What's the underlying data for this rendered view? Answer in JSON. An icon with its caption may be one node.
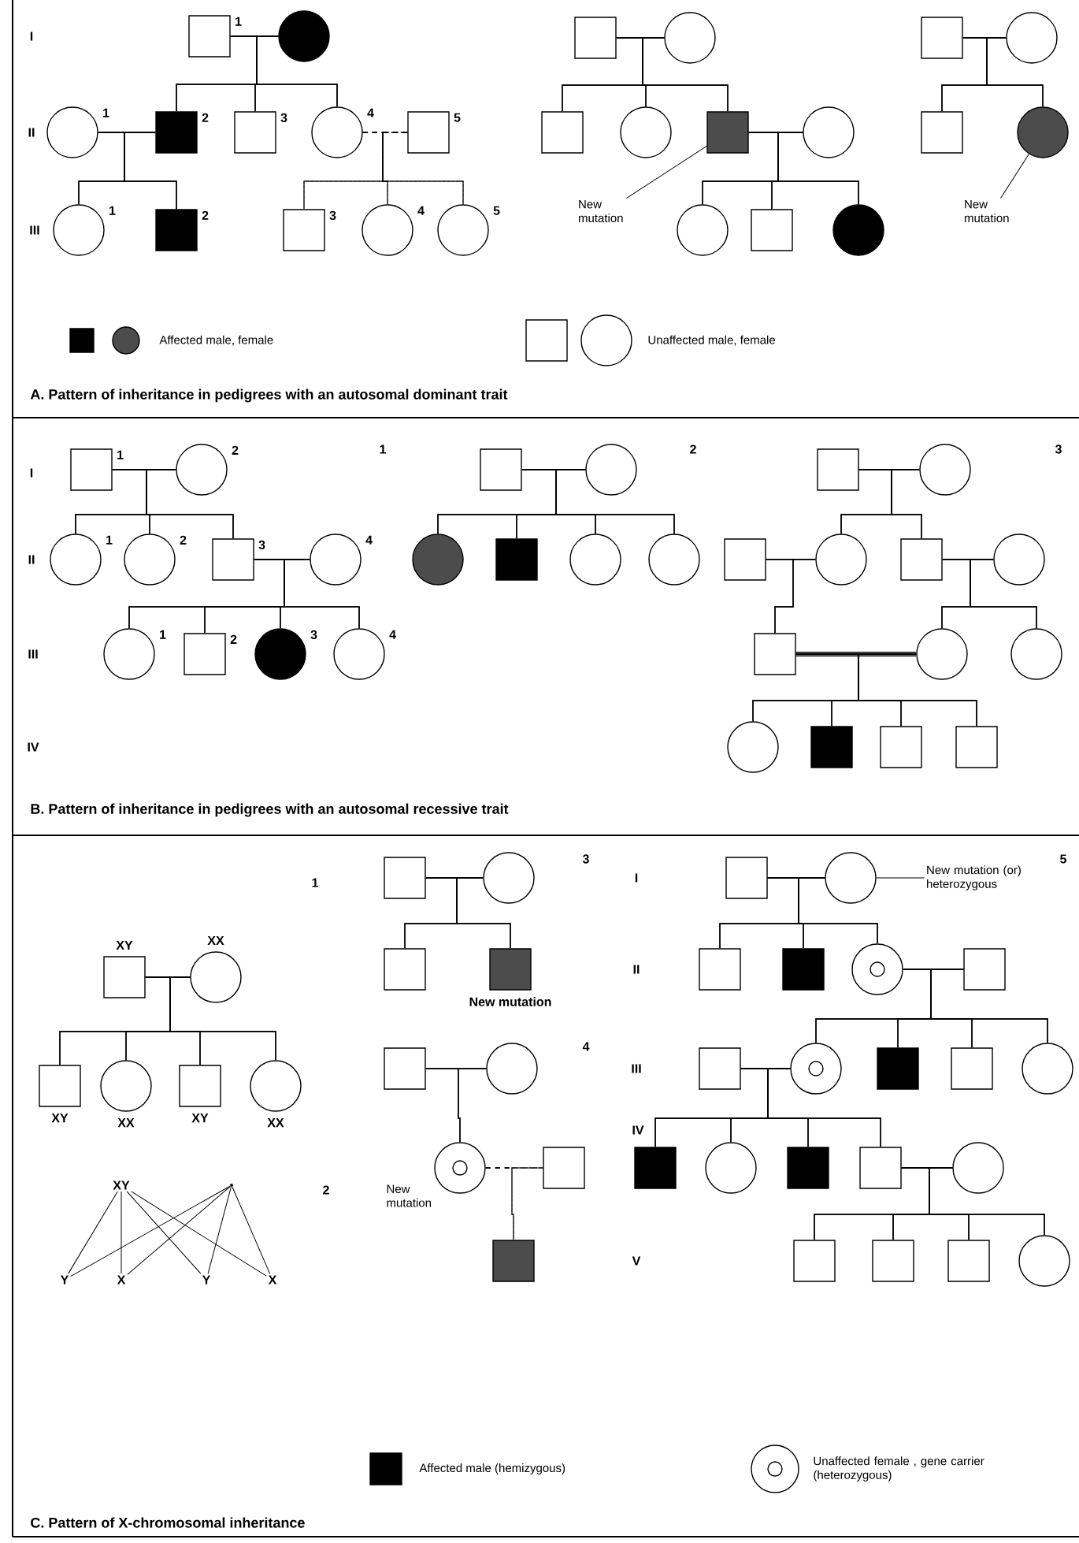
{
  "diagram": {
    "nodes": [
      {
        "text": [],
        "shape": "box",
        "beside": [
          "1"
        ]
      },
      {
        "text": [],
        "shape": "circle"
      },
      {
        "text": [],
        "shape": "circle",
        "beside": [
          "1"
        ]
      },
      {
        "text": [],
        "shape": "box",
        "beside": [
          "2"
        ]
      },
      {
        "text": [],
        "shape": "box",
        "beside": [
          "3"
        ]
      },
      {
        "text": [],
        "shape": "circle",
        "beside": [
          "4"
        ]
      },
      {
        "text": [],
        "shape": "box",
        "beside": [
          "5"
        ]
      },
      {
        "text": [],
        "shape": "circle",
        "beside": [
          "1"
        ]
      },
      {
        "text": [],
        "shape": "box",
        "beside": [
          "2"
        ]
      },
      {
        "text": [],
        "shape": "box",
        "beside": [
          "3"
        ]
      },
      {
        "text": [],
        "shape": "circle",
        "beside": [
          "4"
        ]
      },
      {
        "text": [],
        "shape": "circle",
        "beside": [
          "5"
        ]
      },
      {
        "text": [],
        "shape": "box"
      },
      {
        "text": [],
        "shape": "circle"
      },
      {
        "text": [],
        "shape": "box"
      },
      {
        "text": [],
        "shape": "circle"
      },
      {
        "text": [],
        "shape": "box"
      },
      {
        "text": [],
        "shape": "circle"
      },
      {
        "text": [],
        "shape": "circle"
      },
      {
        "text": [],
        "shape": "box"
      },
      {
        "text": [],
        "shape": "circle"
      },
      {
        "text": [
          "New mutation"
        ]
      },
      {
        "text": [],
        "shape": "box"
      },
      {
        "text": [],
        "shape": "circle"
      },
      {
        "text": [],
        "shape": "box"
      },
      {
        "text": [],
        "shape": "circle"
      },
      {
        "text": [
          "New mutation"
        ]
      },
      {
        "text": [],
        "shape": "box",
        "beside": [
          "1"
        ]
      },
      {
        "text": [],
        "shape": "circle",
        "beside": [
          "2"
        ]
      },
      {
        "text": [],
        "shape": "circle",
        "beside": [
          "1"
        ]
      },
      {
        "text": [],
        "shape": "circle",
        "beside": [
          "2"
        ]
      },
      {
        "text": [],
        "shape": "box",
        "beside": [
          "3"
        ]
      },
      {
        "text": [],
        "shape": "circle",
        "beside": [
          "4"
        ]
      },
      {
        "text": [],
        "shape": "circle",
        "beside": [
          "1"
        ]
      },
      {
        "text": [],
        "shape": "box",
        "beside": [
          "2"
        ]
      },
      {
        "text": [],
        "shape": "circle",
        "beside": [
          "3"
        ]
      },
      {
        "text": [],
        "shape": "circle",
        "beside": [
          "4"
        ]
      },
      {
        "text": [],
        "shape": "box"
      },
      {
        "text": [],
        "shape": "circle"
      },
      {
        "text": [],
        "shape": "circle"
      },
      {
        "text": [],
        "shape": "box"
      },
      {
        "text": [],
        "shape": "circle"
      },
      {
        "text": [],
        "shape": "circle"
      },
      {
        "text": [],
        "shape": "box"
      },
      {
        "text": [],
        "shape": "circle"
      },
      {
        "text": [],
        "shape": "box"
      },
      {
        "text": [],
        "shape": "circle"
      },
      {
        "text": [],
        "shape": "box"
      },
      {
        "text": [],
        "shape": "circle"
      },
      {
        "text": [],
        "shape": "box"
      },
      {
        "text": [],
        "shape": "circle"
      },
      {
        "text": [],
        "shape": "circle"
      },
      {
        "text": [],
        "shape": "circle"
      },
      {
        "text": [],
        "shape": "box"
      },
      {
        "text": [],
        "shape": "box"
      },
      {
        "text": [],
        "shape": "box"
      },
      {
        "text": [],
        "shape": "box",
        "beside": [
          "XY"
        ]
      },
      {
        "text": [],
        "shape": "circle",
        "beside": [
          "XX"
        ]
      },
      {
        "text": [],
        "shape": "box",
        "beside": [
          "XY"
        ]
      },
      {
        "text": [],
        "shape": "circle",
        "beside": [
          "XX"
        ]
      },
      {
        "text": [],
        "shape": "box",
        "beside": [
          "XY"
        ]
      },
      {
        "text": [],
        "shape": "circle",
        "beside": [
          "XX"
        ]
      },
      {
        "text": [
          "XY"
        ]
      },
      {
        "text": [],
        "shape": "dot"
      },
      {
        "text": [
          "Y"
        ]
      },
      {
        "text": [
          "X"
        ]
      },
      {
        "text": [
          "Y"
        ]
      },
      {
        "text": [
          "X"
        ]
      },
      {
        "text": [],
        "shape": "box"
      },
      {
        "text": [],
        "shape": "circle"
      },
      {
        "text": [],
        "shape": "box"
      },
      {
        "text": [],
        "shape": "box",
        "beside": [
          "New mutation"
        ]
      },
      {
        "text": [],
        "shape": "box"
      },
      {
        "text": [],
        "shape": "circle"
      },
      {
        "text": [],
        "shape": "circle",
        "beside": [
          "New mutation"
        ]
      },
      {
        "text": [],
        "shape": "box"
      },
      {
        "text": [],
        "shape": "box"
      },
      {
        "text": [],
        "shape": "box"
      },
      {
        "text": [],
        "shape": "circle"
      },
      {
        "text": [
          "New mutation (or) heterozygous"
        ]
      },
      {
        "text": [],
        "shape": "box"
      },
      {
        "text": [],
        "shape": "box"
      },
      {
        "text": [],
        "shape": "circle"
      },
      {
        "text": [],
        "shape": "box"
      },
      {
        "text": [],
        "shape": "box"
      },
      {
        "text": [],
        "shape": "circle"
      },
      {
        "text": [],
        "shape": "box"
      },
      {
        "text": [],
        "shape": "box"
      },
      {
        "text": [],
        "shape": "circle"
      },
      {
        "text": [],
        "shape": "box"
      },
      {
        "text": [],
        "shape": "circle"
      },
      {
        "text": [],
        "shape": "box"
      },
      {
        "text": [],
        "shape": "box"
      },
      {
        "text": [],
        "shape": "circle"
      },
      {
        "text": [],
        "shape": "box"
      },
      {
        "text": [],
        "shape": "box"
      },
      {
        "text": [],
        "shape": "box"
      },
      {
        "text": [],
        "shape": "circle"
      }
    ],
    "edges": [
      {
        "from": 0,
        "to": 1,
        "arrow": "none"
      },
      {
        "from": 0,
        "to": 3,
        "arrow": "none"
      },
      {
        "from": 1,
        "to": 3,
        "arrow": "none"
      },
      {
        "from": 0,
        "to": 4,
        "arrow": "none"
      },
      {
        "from": 1,
        "to": 4,
        "arrow": "none"
      },
      {
        "from": 0,
        "to": 5,
        "arrow": "none"
      },
      {
        "from": 1,
        "to": 5,
        "arrow": "none"
      },
      {
        "from": 2,
        "to": 3,
        "arrow": "none"
      },
      {
        "from": 2,
        "to": 7,
        "arrow": "none"
      },
      {
        "from": 3,
        "to": 7,
        "arrow": "none"
      },
      {
        "from": 2,
        "to": 8,
        "arrow": "none"
      },
      {
        "from": 3,
        "to": 8,
        "arrow": "none"
      },
      {
        "from": 5,
        "to": 6,
        "arrow": "none",
        "style": "dashed"
      },
      {
        "from": 5,
        "to": 9,
        "arrow": "none",
        "style": "dashed"
      },
      {
        "from": 6,
        "to": 9,
        "arrow": "none",
        "style": "dashed"
      },
      {
        "from": 5,
        "to": 10,
        "arrow": "none",
        "style": "dashed"
      },
      {
        "from": 6,
        "to": 10,
        "arrow": "none",
        "style": "dashed"
      },
      {
        "from": 5,
        "to": 11,
        "arrow": "none",
        "style": "dashed"
      },
      {
        "from": 6,
        "to": 11,
        "arrow": "none",
        "style": "dashed"
      },
      {
        "from": 21,
        "to": 16,
        "arrow": "none"
      },
      {
        "from": 12,
        "to": 13,
        "arrow": "none"
      },
      {
        "from": 12,
        "to": 14,
        "arrow": "none"
      },
      {
        "from": 13,
        "to": 14,
        "arrow": "none"
      },
      {
        "from": 12,
        "to": 15,
        "arrow": "none"
      },
      {
        "from": 13,
        "to": 15,
        "arrow": "none"
      },
      {
        "from": 12,
        "to": 16,
        "arrow": "none"
      },
      {
        "from": 13,
        "to": 16,
        "arrow": "none"
      },
      {
        "from": 16,
        "to": 17,
        "arrow": "none"
      },
      {
        "from": 16,
        "to": 18,
        "arrow": "none"
      },
      {
        "from": 17,
        "to": 18,
        "arrow": "none"
      },
      {
        "from": 16,
        "to": 19,
        "arrow": "none"
      },
      {
        "from": 17,
        "to": 19,
        "arrow": "none"
      },
      {
        "from": 16,
        "to": 20,
        "arrow": "none"
      },
      {
        "from": 17,
        "to": 20,
        "arrow": "none"
      },
      {
        "from": 22,
        "to": 23,
        "arrow": "none"
      },
      {
        "from": 22,
        "to": 24,
        "arrow": "none"
      },
      {
        "from": 23,
        "to": 24,
        "arrow": "none"
      },
      {
        "from": 22,
        "to": 25,
        "arrow": "none"
      },
      {
        "from": 23,
        "to": 25,
        "arrow": "none"
      },
      {
        "from": 26,
        "to": 25,
        "arrow": "none"
      },
      {
        "from": 27,
        "to": 28,
        "arrow": "none"
      },
      {
        "from": 27,
        "to": 29,
        "arrow": "none"
      },
      {
        "from": 28,
        "to": 29,
        "arrow": "none"
      },
      {
        "from": 27,
        "to": 30,
        "arrow": "none"
      },
      {
        "from": 28,
        "to": 30,
        "arrow": "none"
      },
      {
        "from": 27,
        "to": 31,
        "arrow": "none"
      },
      {
        "from": 28,
        "to": 31,
        "arrow": "none"
      },
      {
        "from": 31,
        "to": 32,
        "arrow": "none"
      },
      {
        "from": 31,
        "to": 33,
        "arrow": "none"
      },
      {
        "from": 32,
        "to": 33,
        "arrow": "none"
      },
      {
        "from": 31,
        "to": 34,
        "arrow": "none"
      },
      {
        "from": 32,
        "to": 34,
        "arrow": "none"
      },
      {
        "from": 31,
        "to": 35,
        "arrow": "none"
      },
      {
        "from": 32,
        "to": 35,
        "arrow": "none"
      },
      {
        "from": 31,
        "to": 36,
        "arrow": "none"
      },
      {
        "from": 32,
        "to": 36,
        "arrow": "none"
      },
      {
        "from": 37,
        "to": 38,
        "arrow": "none"
      },
      {
        "from": 37,
        "to": 39,
        "arrow": "none"
      },
      {
        "from": 38,
        "to": 39,
        "arrow": "none"
      },
      {
        "from": 37,
        "to": 40,
        "arrow": "none"
      },
      {
        "from": 38,
        "to": 40,
        "arrow": "none"
      },
      {
        "from": 37,
        "to": 41,
        "arrow": "none"
      },
      {
        "from": 38,
        "to": 41,
        "arrow": "none"
      },
      {
        "from": 37,
        "to": 42,
        "arrow": "none"
      },
      {
        "from": 38,
        "to": 42,
        "arrow": "none"
      },
      {
        "from": 43,
        "to": 44,
        "arrow": "none"
      },
      {
        "from": 43,
        "to": 46,
        "arrow": "none"
      },
      {
        "from": 44,
        "to": 46,
        "arrow": "none"
      },
      {
        "from": 43,
        "to": 47,
        "arrow": "none"
      },
      {
        "from": 44,
        "to": 47,
        "arrow": "none"
      },
      {
        "from": 45,
        "to": 46,
        "arrow": "none"
      },
      {
        "from": 45,
        "to": 49,
        "arrow": "none"
      },
      {
        "from": 46,
        "to": 49,
        "arrow": "none"
      },
      {
        "from": 47,
        "to": 48,
        "arrow": "none"
      },
      {
        "from": 47,
        "to": 50,
        "arrow": "none"
      },
      {
        "from": 48,
        "to": 50,
        "arrow": "none"
      },
      {
        "from": 47,
        "to": 51,
        "arrow": "none"
      },
      {
        "from": 48,
        "to": 51,
        "arrow": "none"
      },
      {
        "from": 49,
        "to": 50,
        "arrow": "none",
        "style": "thick"
      },
      {
        "from": 49,
        "to": 52,
        "arrow": "none"
      },
      {
        "from": 50,
        "to": 52,
        "arrow": "none"
      },
      {
        "from": 49,
        "to": 53,
        "arrow": "none"
      },
      {
        "from": 50,
        "to": 53,
        "arrow": "none"
      },
      {
        "from": 49,
        "to": 54,
        "arrow": "none"
      },
      {
        "from": 50,
        "to": 54,
        "arrow": "none"
      },
      {
        "from": 49,
        "to": 55,
        "arrow": "none"
      },
      {
        "from": 50,
        "to": 55,
        "arrow": "none"
      },
      {
        "from": 56,
        "to": 57,
        "arrow": "none"
      },
      {
        "from": 56,
        "to": 58,
        "arrow": "none"
      },
      {
        "from": 57,
        "to": 58,
        "arrow": "none"
      },
      {
        "from": 56,
        "to": 59,
        "arrow": "none"
      },
      {
        "from": 57,
        "to": 59,
        "arrow": "none"
      },
      {
        "from": 56,
        "to": 60,
        "arrow": "none"
      },
      {
        "from": 57,
        "to": 60,
        "arrow": "none"
      },
      {
        "from": 56,
        "to": 61,
        "arrow": "none"
      },
      {
        "from": 57,
        "to": 61,
        "arrow": "none"
      },
      {
        "from": 62,
        "to": 64,
        "arrow": "none"
      },
      {
        "from": 62,
        "to": 65,
        "arrow": "none"
      },
      {
        "from": 62,
        "to": 66,
        "arrow": "none"
      },
      {
        "from": 62,
        "to": 67,
        "arrow": "none"
      },
      {
        "from": 63,
        "to": 64,
        "arrow": "none"
      },
      {
        "from": 63,
        "to": 65,
        "arrow": "none"
      },
      {
        "from": 63,
        "to": 66,
        "arrow": "none"
      },
      {
        "from": 63,
        "to": 67,
        "arrow": "none"
      },
      {
        "from": 68,
        "to": 69,
        "arrow": "none"
      },
      {
        "from": 68,
        "to": 70,
        "arrow": "none"
      },
      {
        "from": 69,
        "to": 70,
        "arrow": "none"
      },
      {
        "from": 68,
        "to": 71,
        "arrow": "none"
      },
      {
        "from": 69,
        "to": 71,
        "arrow": "none"
      },
      {
        "from": 72,
        "to": 73,
        "arrow": "none"
      },
      {
        "from": 72,
        "to": 74,
        "arrow": "none"
      },
      {
        "from": 73,
        "to": 74,
        "arrow": "none"
      },
      {
        "from": 74,
        "to": 75,
        "arrow": "none",
        "style": "dashed"
      },
      {
        "from": 74,
        "to": 76,
        "arrow": "none",
        "style": "dashed"
      },
      {
        "from": 75,
        "to": 76,
        "arrow": "none",
        "style": "dashed"
      },
      {
        "from": 79,
        "to": 78,
        "arrow": "none"
      },
      {
        "from": 77,
        "to": 78,
        "arrow": "none"
      },
      {
        "from": 77,
        "to": 80,
        "arrow": "none"
      },
      {
        "from": 78,
        "to": 80,
        "arrow": "none"
      },
      {
        "from": 77,
        "to": 81,
        "arrow": "none"
      },
      {
        "from": 78,
        "to": 81,
        "arrow": "none"
      },
      {
        "from": 77,
        "to": 82,
        "arrow": "none"
      },
      {
        "from": 78,
        "to": 82,
        "arrow": "none"
      },
      {
        "from": 82,
        "to": 83,
        "arrow": "none"
      },
      {
        "from": 82,
        "to": 85,
        "arrow": "none"
      },
      {
        "from": 83,
        "to": 85,
        "arrow": "none"
      },
      {
        "from": 82,
        "to": 86,
        "arrow": "none"
      },
      {
        "from": 83,
        "to": 86,
        "arrow": "none"
      },
      {
        "from": 82,
        "to": 87,
        "arrow": "none"
      },
      {
        "from": 83,
        "to": 87,
        "arrow": "none"
      },
      {
        "from": 82,
        "to": 88,
        "arrow": "none"
      },
      {
        "from": 83,
        "to": 88,
        "arrow": "none"
      },
      {
        "from": 84,
        "to": 85,
        "arrow": "none"
      },
      {
        "from": 84,
        "to": 89,
        "arrow": "none"
      },
      {
        "from": 85,
        "to": 89,
        "arrow": "none"
      },
      {
        "from": 84,
        "to": 90,
        "arrow": "none"
      },
      {
        "from": 85,
        "to": 90,
        "arrow": "none"
      },
      {
        "from": 84,
        "to": 91,
        "arrow": "none"
      },
      {
        "from": 85,
        "to": 91,
        "arrow": "none"
      },
      {
        "from": 84,
        "to": 92,
        "arrow": "none"
      },
      {
        "from": 85,
        "to": 92,
        "arrow": "none"
      },
      {
        "from": 92,
        "to": 93,
        "arrow": "none"
      },
      {
        "from": 92,
        "to": 94,
        "arrow": "none"
      },
      {
        "from": 93,
        "to": 94,
        "arrow": "none"
      },
      {
        "from": 92,
        "to": 95,
        "arrow": "none"
      },
      {
        "from": 93,
        "to": 95,
        "arrow": "none"
      },
      {
        "from": 92,
        "to": 96,
        "arrow": "none"
      },
      {
        "from": 93,
        "to": 96,
        "arrow": "none"
      },
      {
        "from": 92,
        "to": 97,
        "arrow": "none"
      },
      {
        "from": 93,
        "to": 97,
        "arrow": "none"
      }
    ],
    "labels": [
      "I",
      "II",
      "III",
      "A. Pattern of inheritance in pedigrees with an autosomal dominant trait",
      "1",
      "2",
      "3",
      "I",
      "II",
      "III",
      "IV",
      "B. Pattern of inheritance in pedigrees with an autosomal recessive trait",
      "1",
      "3",
      "I",
      "5",
      "II",
      "4",
      "III",
      "IV",
      "2",
      "V",
      "C. Pattern of X-chromosomal inheritance"
    ],
    "legend": [
      {
        "text": "Affected male, female"
      },
      {
        "text": "Unaffected male, female"
      },
      {
        "text": "Affected male (hemizygous)"
      },
      {
        "text": "Unaffected female , gene carrier (heterozygous)"
      }
    ]
  }
}
